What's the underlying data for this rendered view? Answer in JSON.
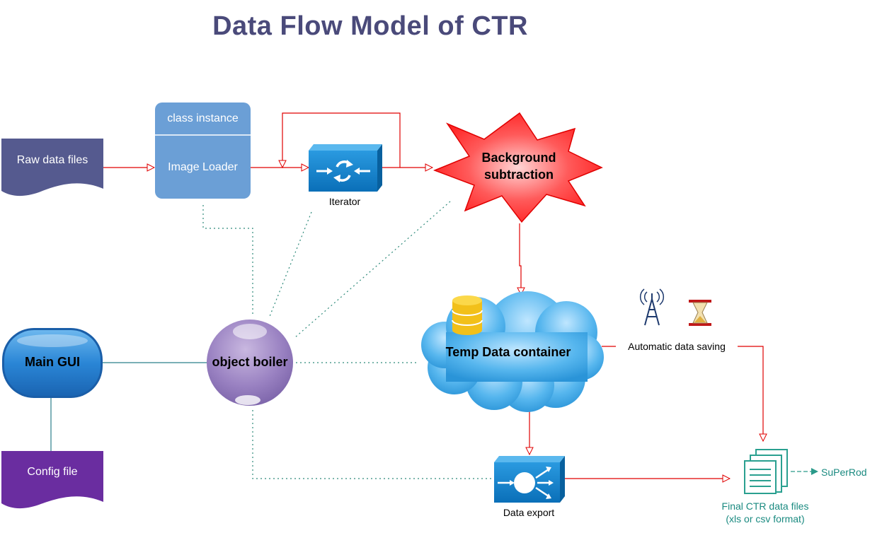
{
  "title": "Data Flow Model of CTR",
  "nodes": {
    "raw_data": "Raw data files",
    "class_instance": "class instance",
    "image_loader": "Image Loader",
    "iterator": "Iterator",
    "background_subtraction": [
      "Background",
      "subtraction"
    ],
    "temp_data_container": "Temp Data container",
    "object_boiler": "object boiler",
    "main_gui": "Main GUI",
    "config_file": "Config file",
    "data_export": "Data export",
    "automatic_saving": "Automatic data saving",
    "final_files": [
      "Final CTR data files",
      "(xls or csv format)"
    ],
    "superod": "SuPerRod"
  },
  "colors": {
    "title": "#4a4a7a",
    "raw_data": "#555a8f",
    "image_loader": "#6b9fd6",
    "config_file": "#6a2da0",
    "flow_arrow": "#e00000",
    "dotted": "#2e8a7a",
    "teal": "#1a8a80"
  }
}
